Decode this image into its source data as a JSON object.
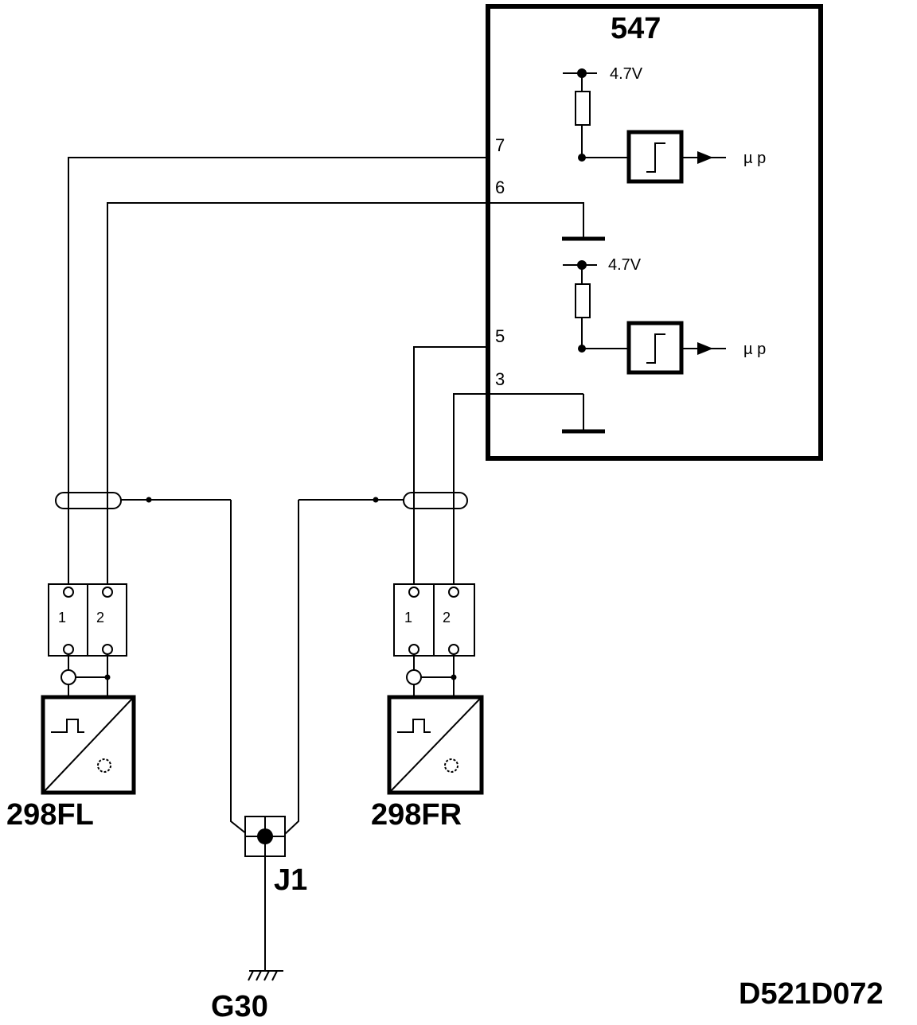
{
  "ecu": {
    "id": "547",
    "pins": {
      "p7": "7",
      "p6": "6",
      "p5": "5",
      "p3": "3"
    },
    "supply_top": "4.7V",
    "supply_bottom": "4.7V",
    "output_top": "µ p",
    "output_bottom": "µ p"
  },
  "sensor_left": {
    "id": "298FL",
    "pin1": "1",
    "pin2": "2"
  },
  "sensor_right": {
    "id": "298FR",
    "pin1": "1",
    "pin2": "2"
  },
  "junction": {
    "id": "J1"
  },
  "ground": {
    "id": "G30"
  },
  "diagram_ref": "D521D072"
}
